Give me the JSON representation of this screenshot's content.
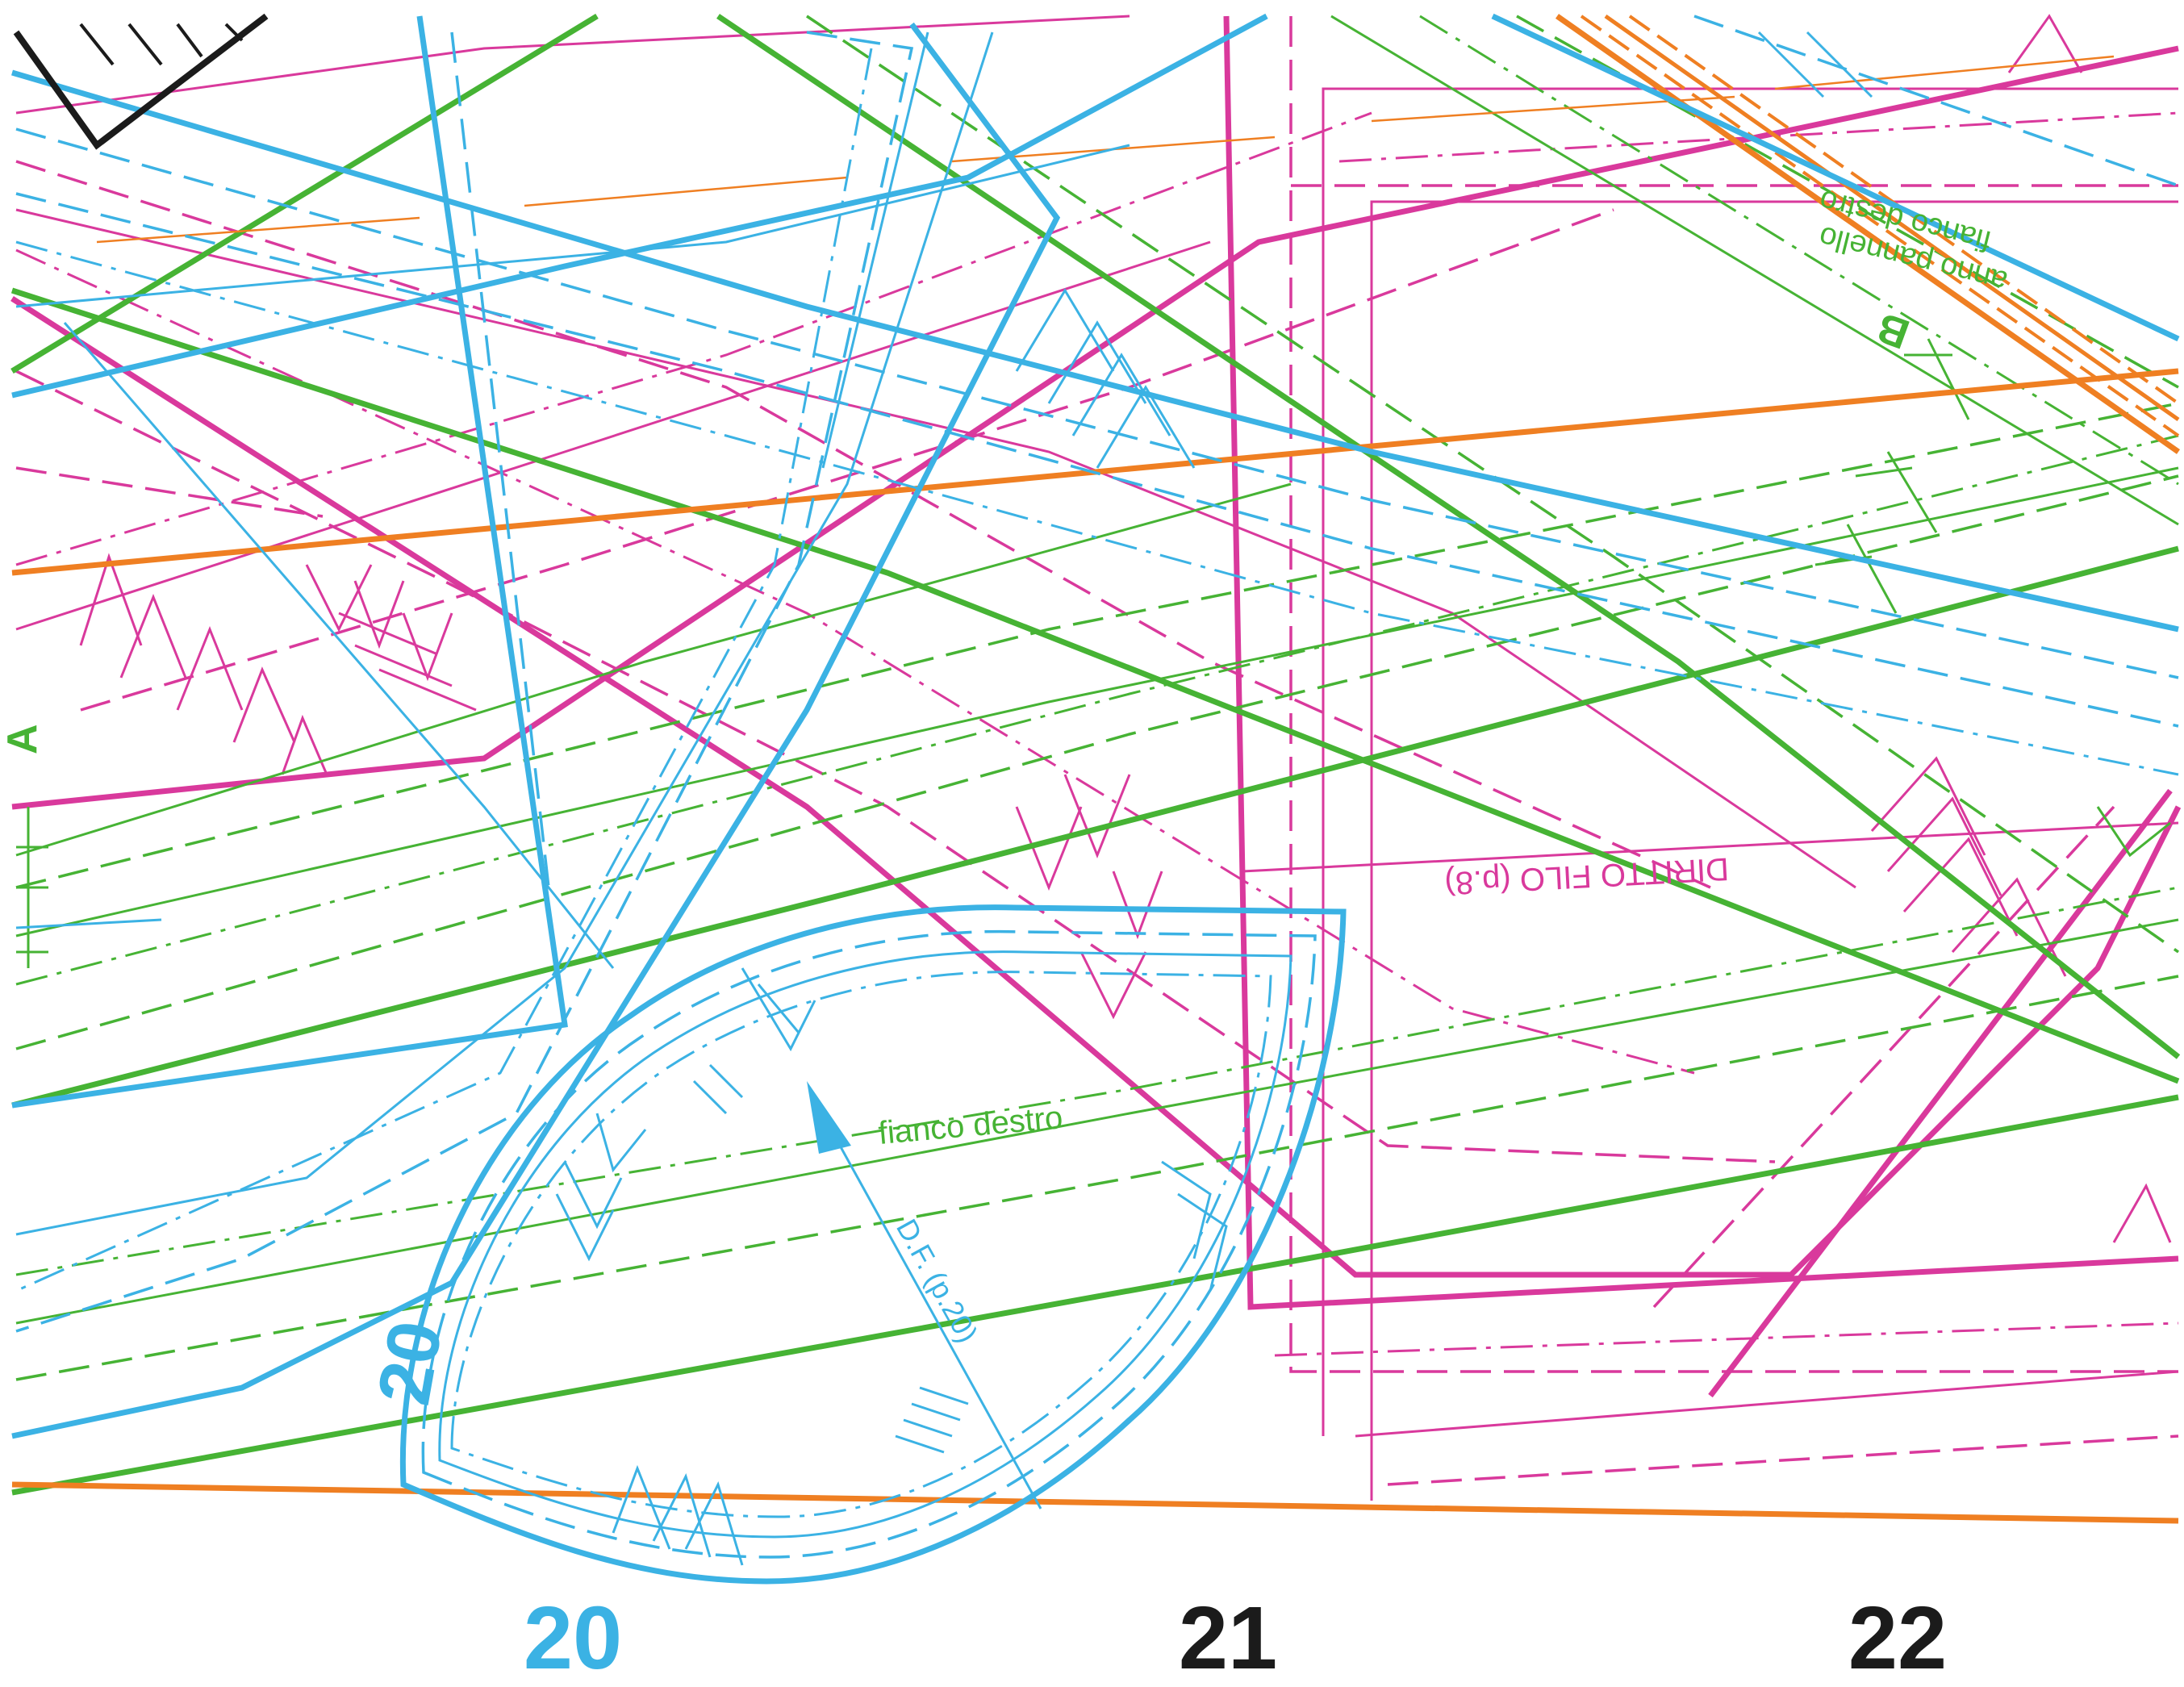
{
  "colors": {
    "magenta": "#d9399c",
    "cyan": "#3bb2e4",
    "green": "#46b334",
    "orange": "#ef7f22",
    "black": "#1b1b1b"
  },
  "pieces": {
    "piece_20": "20",
    "grain_20": "D.F. (p.20)",
    "name_20": "fianco destro",
    "grain_8": "DIRITTO FILO (p.8)",
    "label_a": "A",
    "label_b": "B",
    "name_b_line1": "anno pannello",
    "name_b_line2": "fianco destro"
  },
  "size_labels": [
    "20",
    "21",
    "22"
  ]
}
